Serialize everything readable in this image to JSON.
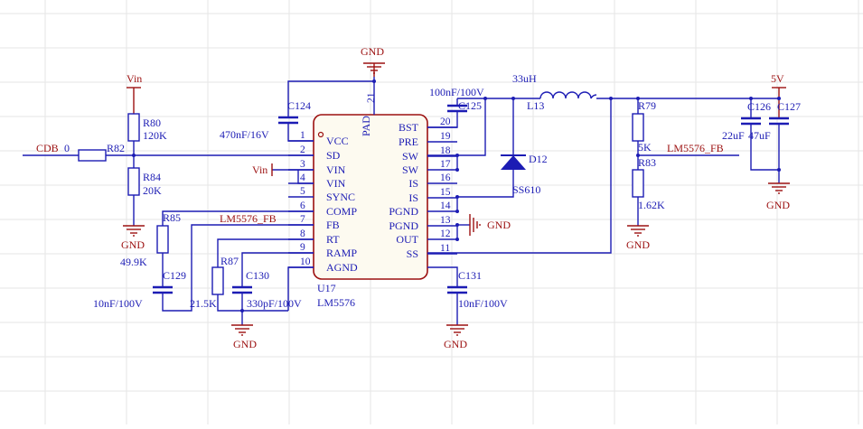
{
  "power": {
    "gnd_label": "GND",
    "vin_label": "Vin",
    "out_label": "5V"
  },
  "ic": {
    "ref": "U17",
    "part": "LM5576",
    "pad_label": "PAD",
    "pad_pin": "21",
    "left_pins": [
      {
        "num": "1",
        "name": "VCC"
      },
      {
        "num": "2",
        "name": "SD"
      },
      {
        "num": "3",
        "name": "VIN"
      },
      {
        "num": "4",
        "name": "VIN"
      },
      {
        "num": "5",
        "name": "SYNC"
      },
      {
        "num": "6",
        "name": "COMP"
      },
      {
        "num": "7",
        "name": "FB"
      },
      {
        "num": "8",
        "name": "RT"
      },
      {
        "num": "9",
        "name": "RAMP"
      },
      {
        "num": "10",
        "name": "AGND"
      }
    ],
    "right_pins": [
      {
        "num": "20",
        "name": "BST"
      },
      {
        "num": "19",
        "name": "PRE"
      },
      {
        "num": "18",
        "name": "SW"
      },
      {
        "num": "17",
        "name": "SW"
      },
      {
        "num": "16",
        "name": "IS"
      },
      {
        "num": "15",
        "name": "IS"
      },
      {
        "num": "14",
        "name": "PGND"
      },
      {
        "num": "13",
        "name": "PGND"
      },
      {
        "num": "12",
        "name": "OUT"
      },
      {
        "num": "11",
        "name": "SS"
      }
    ]
  },
  "components": {
    "r80": {
      "ref": "R80",
      "value": "120K"
    },
    "r84": {
      "ref": "R84",
      "value": "20K"
    },
    "r82": {
      "ref": "R82",
      "value": "0"
    },
    "r85": {
      "ref": "R85",
      "value": "49.9K"
    },
    "r87": {
      "ref": "R87",
      "value": "21.5K"
    },
    "r79": {
      "ref": "R79",
      "value": "5K"
    },
    "r83": {
      "ref": "R83",
      "value": "1.62K"
    },
    "c124": {
      "ref": "C124",
      "value": "470nF/16V"
    },
    "c125": {
      "ref": "C125",
      "value": "100nF/100V"
    },
    "c129": {
      "ref": "C129",
      "value": "10nF/100V"
    },
    "c130": {
      "ref": "C130",
      "value": "330pF/100V"
    },
    "c131": {
      "ref": "C131",
      "value": "10nF/100V"
    },
    "c126": {
      "ref": "C126",
      "value": "22uF"
    },
    "c127": {
      "ref": "C127",
      "value": "47uF"
    },
    "l13": {
      "ref": "L13",
      "value": "33uH"
    },
    "d12": {
      "ref": "D12",
      "value": "SS610"
    }
  },
  "nets": {
    "cdb": "CDB",
    "fb": "LM5576_FB"
  },
  "colors": {
    "wire": "#1c1cb4",
    "power": "#9c1010",
    "ic_border": "#9c1010",
    "ic_fill": "#fdfaf0",
    "grid": "#e6e6e6"
  }
}
